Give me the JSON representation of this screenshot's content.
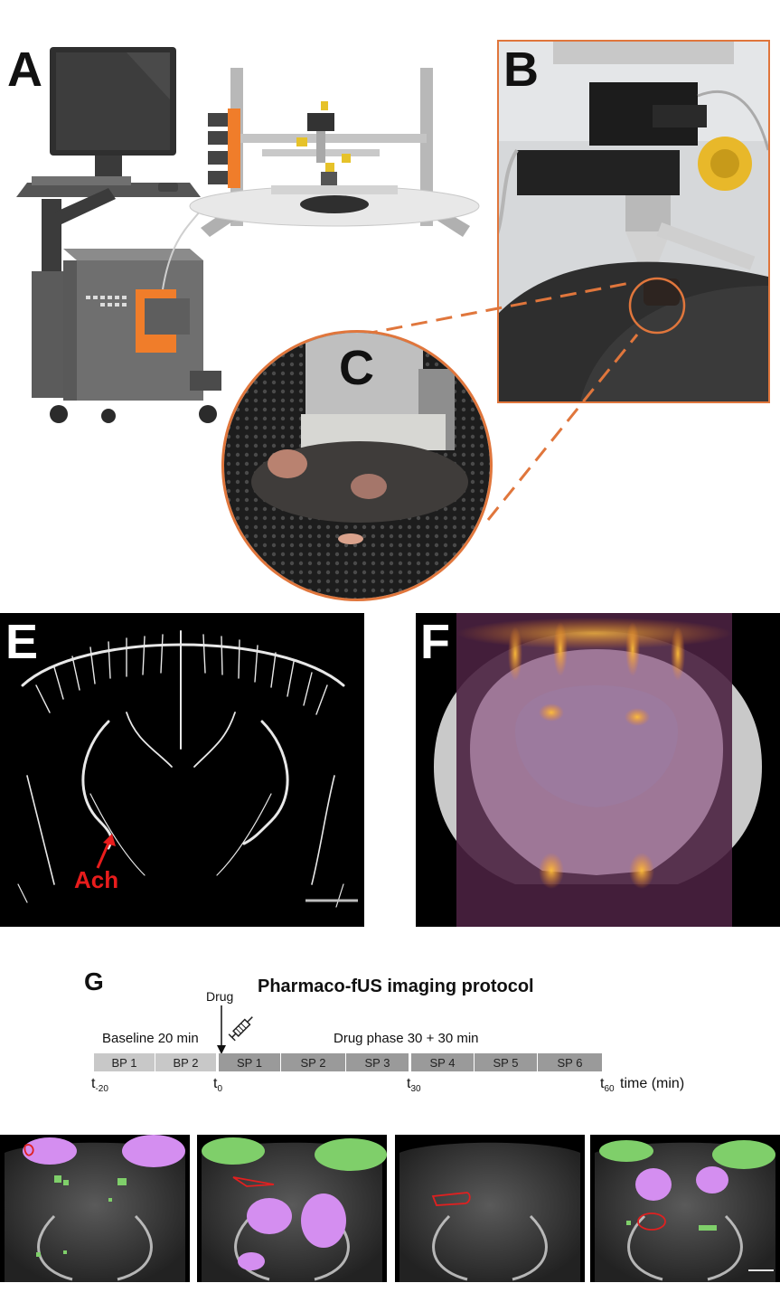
{
  "panels": {
    "a": {
      "letter": "A"
    },
    "b": {
      "letter": "B"
    },
    "c": {
      "letter": "C"
    },
    "e": {
      "letter": "E",
      "annotation": "Ach"
    },
    "f": {
      "letter": "F"
    },
    "g": {
      "letter": "G"
    }
  },
  "protocol": {
    "title": "Pharmaco-fUS imaging protocol",
    "drug_label": "Drug",
    "baseline_label": "Baseline 20 min",
    "drug_phase_label": "Drug phase 30 + 30 min",
    "baseline_segments": [
      "BP 1",
      "BP 2"
    ],
    "drug_segments_a": [
      "SP 1",
      "SP 2",
      "SP 3"
    ],
    "drug_segments_b": [
      "SP 4",
      "SP 5",
      "SP 6"
    ],
    "axis_label": "time (min)",
    "ticks": [
      {
        "base": "t",
        "sub": "-20"
      },
      {
        "base": "t",
        "sub": "0"
      },
      {
        "base": "t",
        "sub": "30"
      },
      {
        "base": "t",
        "sub": "60"
      }
    ]
  },
  "colors": {
    "accent_orange": "#e0763c",
    "device_orange": "#f07d2a",
    "seg_light": "#c8c8c8",
    "seg_dark": "#9a9a9a",
    "roi_red": "#e02020",
    "activation_green": "#7fcf6a",
    "activation_purple": "#d48ef0"
  }
}
